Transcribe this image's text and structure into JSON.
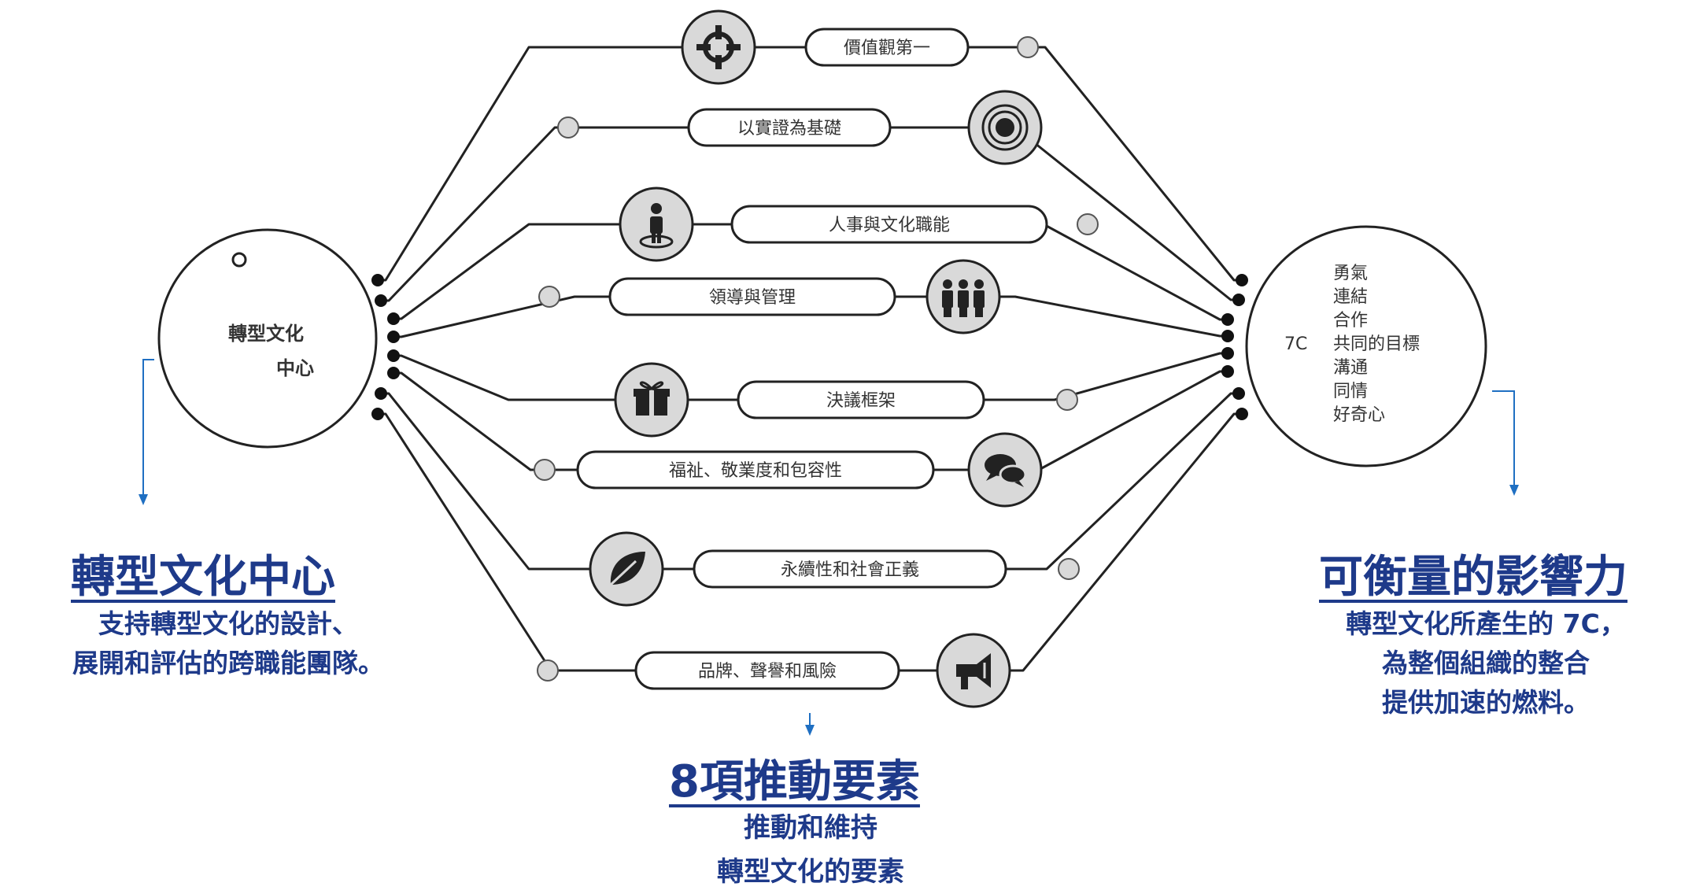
{
  "colors": {
    "line": "#222222",
    "icon_fill": "#d9d9d9",
    "caption": "#1e3a8a",
    "arrow": "#1f6fc2",
    "text": "#333333"
  },
  "left_hub": {
    "label_line1": "轉型文化",
    "label_line2": "中心"
  },
  "right_hub": {
    "prefix": "7C",
    "items": [
      "勇氣",
      "連結",
      "合作",
      "共同的目標",
      "溝通",
      "同情",
      "好奇心"
    ]
  },
  "drivers": [
    {
      "label": "價值觀第一",
      "icon": "crosshair-icon"
    },
    {
      "label": "以實證為基礎",
      "icon": "target-icon"
    },
    {
      "label": "人事與文化職能",
      "icon": "person-icon"
    },
    {
      "label": "領導與管理",
      "icon": "team-icon"
    },
    {
      "label": "決議框架",
      "icon": "gift-icon"
    },
    {
      "label": "福祉、敬業度和包容性",
      "icon": "chat-icon"
    },
    {
      "label": "永續性和社會正義",
      "icon": "leaf-icon"
    },
    {
      "label": "品牌、聲譽和風險",
      "icon": "megaphone-icon"
    }
  ],
  "captions": {
    "left": {
      "title": "轉型文化中心",
      "line1": "支持轉型文化的設計、",
      "line2": "展開和評估的跨職能團隊。"
    },
    "middle": {
      "title": "8項推動要素",
      "line1": "推動和維持",
      "line2": "轉型文化的要素"
    },
    "right": {
      "title": "可衡量的影響力",
      "line1": "轉型文化所產生的 7C，",
      "line2": "為整個組織的整合",
      "line3": "提供加速的燃料。"
    }
  }
}
